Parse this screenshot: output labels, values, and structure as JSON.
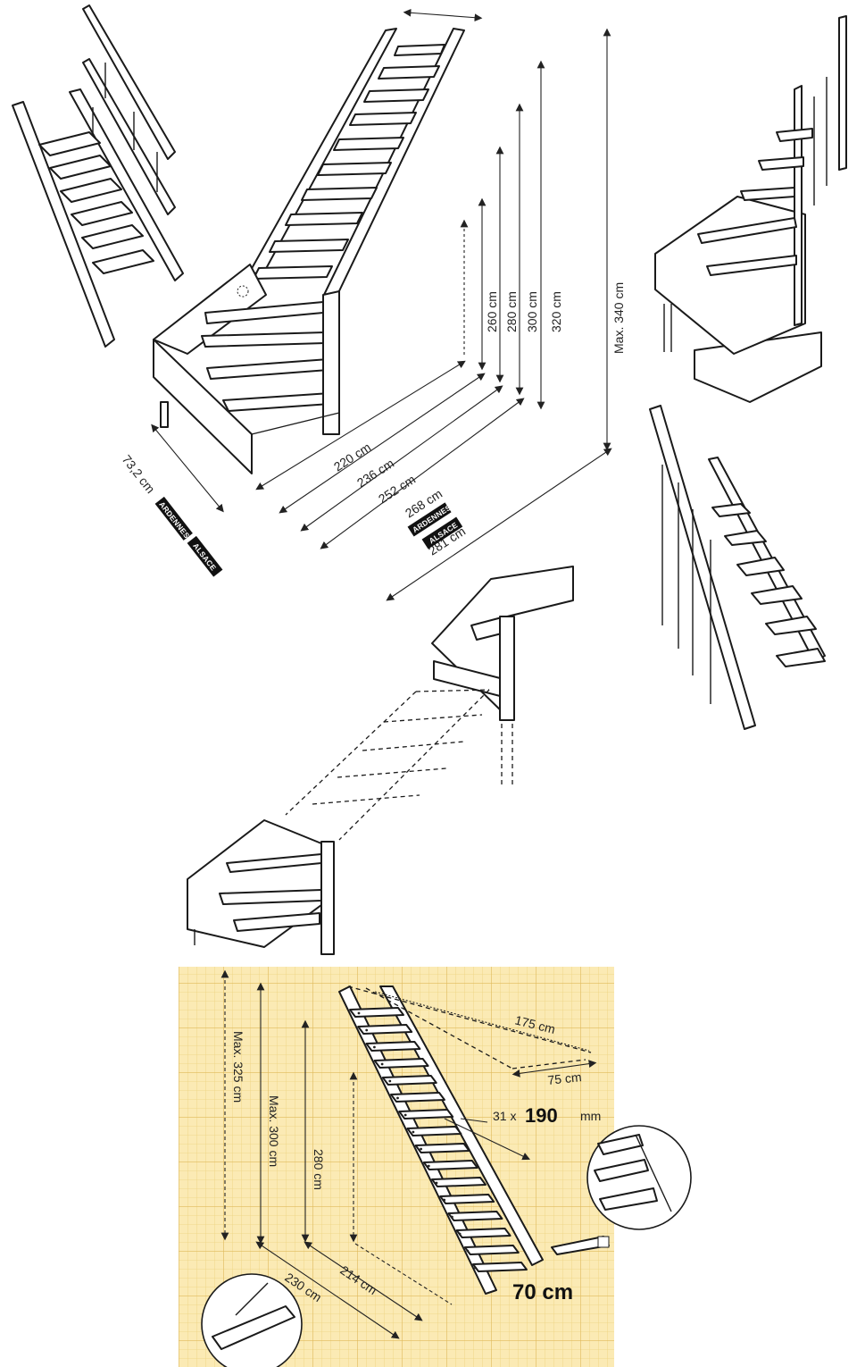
{
  "diagram": {
    "top_dimensions": {
      "widths": [
        "220 cm",
        "236 cm",
        "252 cm",
        "268 cm",
        "281 cm"
      ],
      "heights": [
        "260 cm",
        "280 cm",
        "300 cm",
        "320 cm",
        "Max. 340 cm"
      ],
      "depth": "73,2 cm",
      "labels": [
        "ARDENNES",
        "ALSACE"
      ]
    },
    "bottom_dimensions": {
      "heights": [
        "Max. 325 cm",
        "Max. 300 cm",
        "280 cm"
      ],
      "lengths": [
        "230 cm",
        "214 cm"
      ],
      "plan": [
        "175 cm",
        "75 cm"
      ],
      "steps_prefix": "31 x",
      "steps_value": "190",
      "steps_unit": "mm",
      "width": "70 cm"
    },
    "colors": {
      "grid_background": "#fbeab4",
      "grid_line": "#e8c76f",
      "ink": "#1a1a1a",
      "badge": "#111111"
    }
  }
}
